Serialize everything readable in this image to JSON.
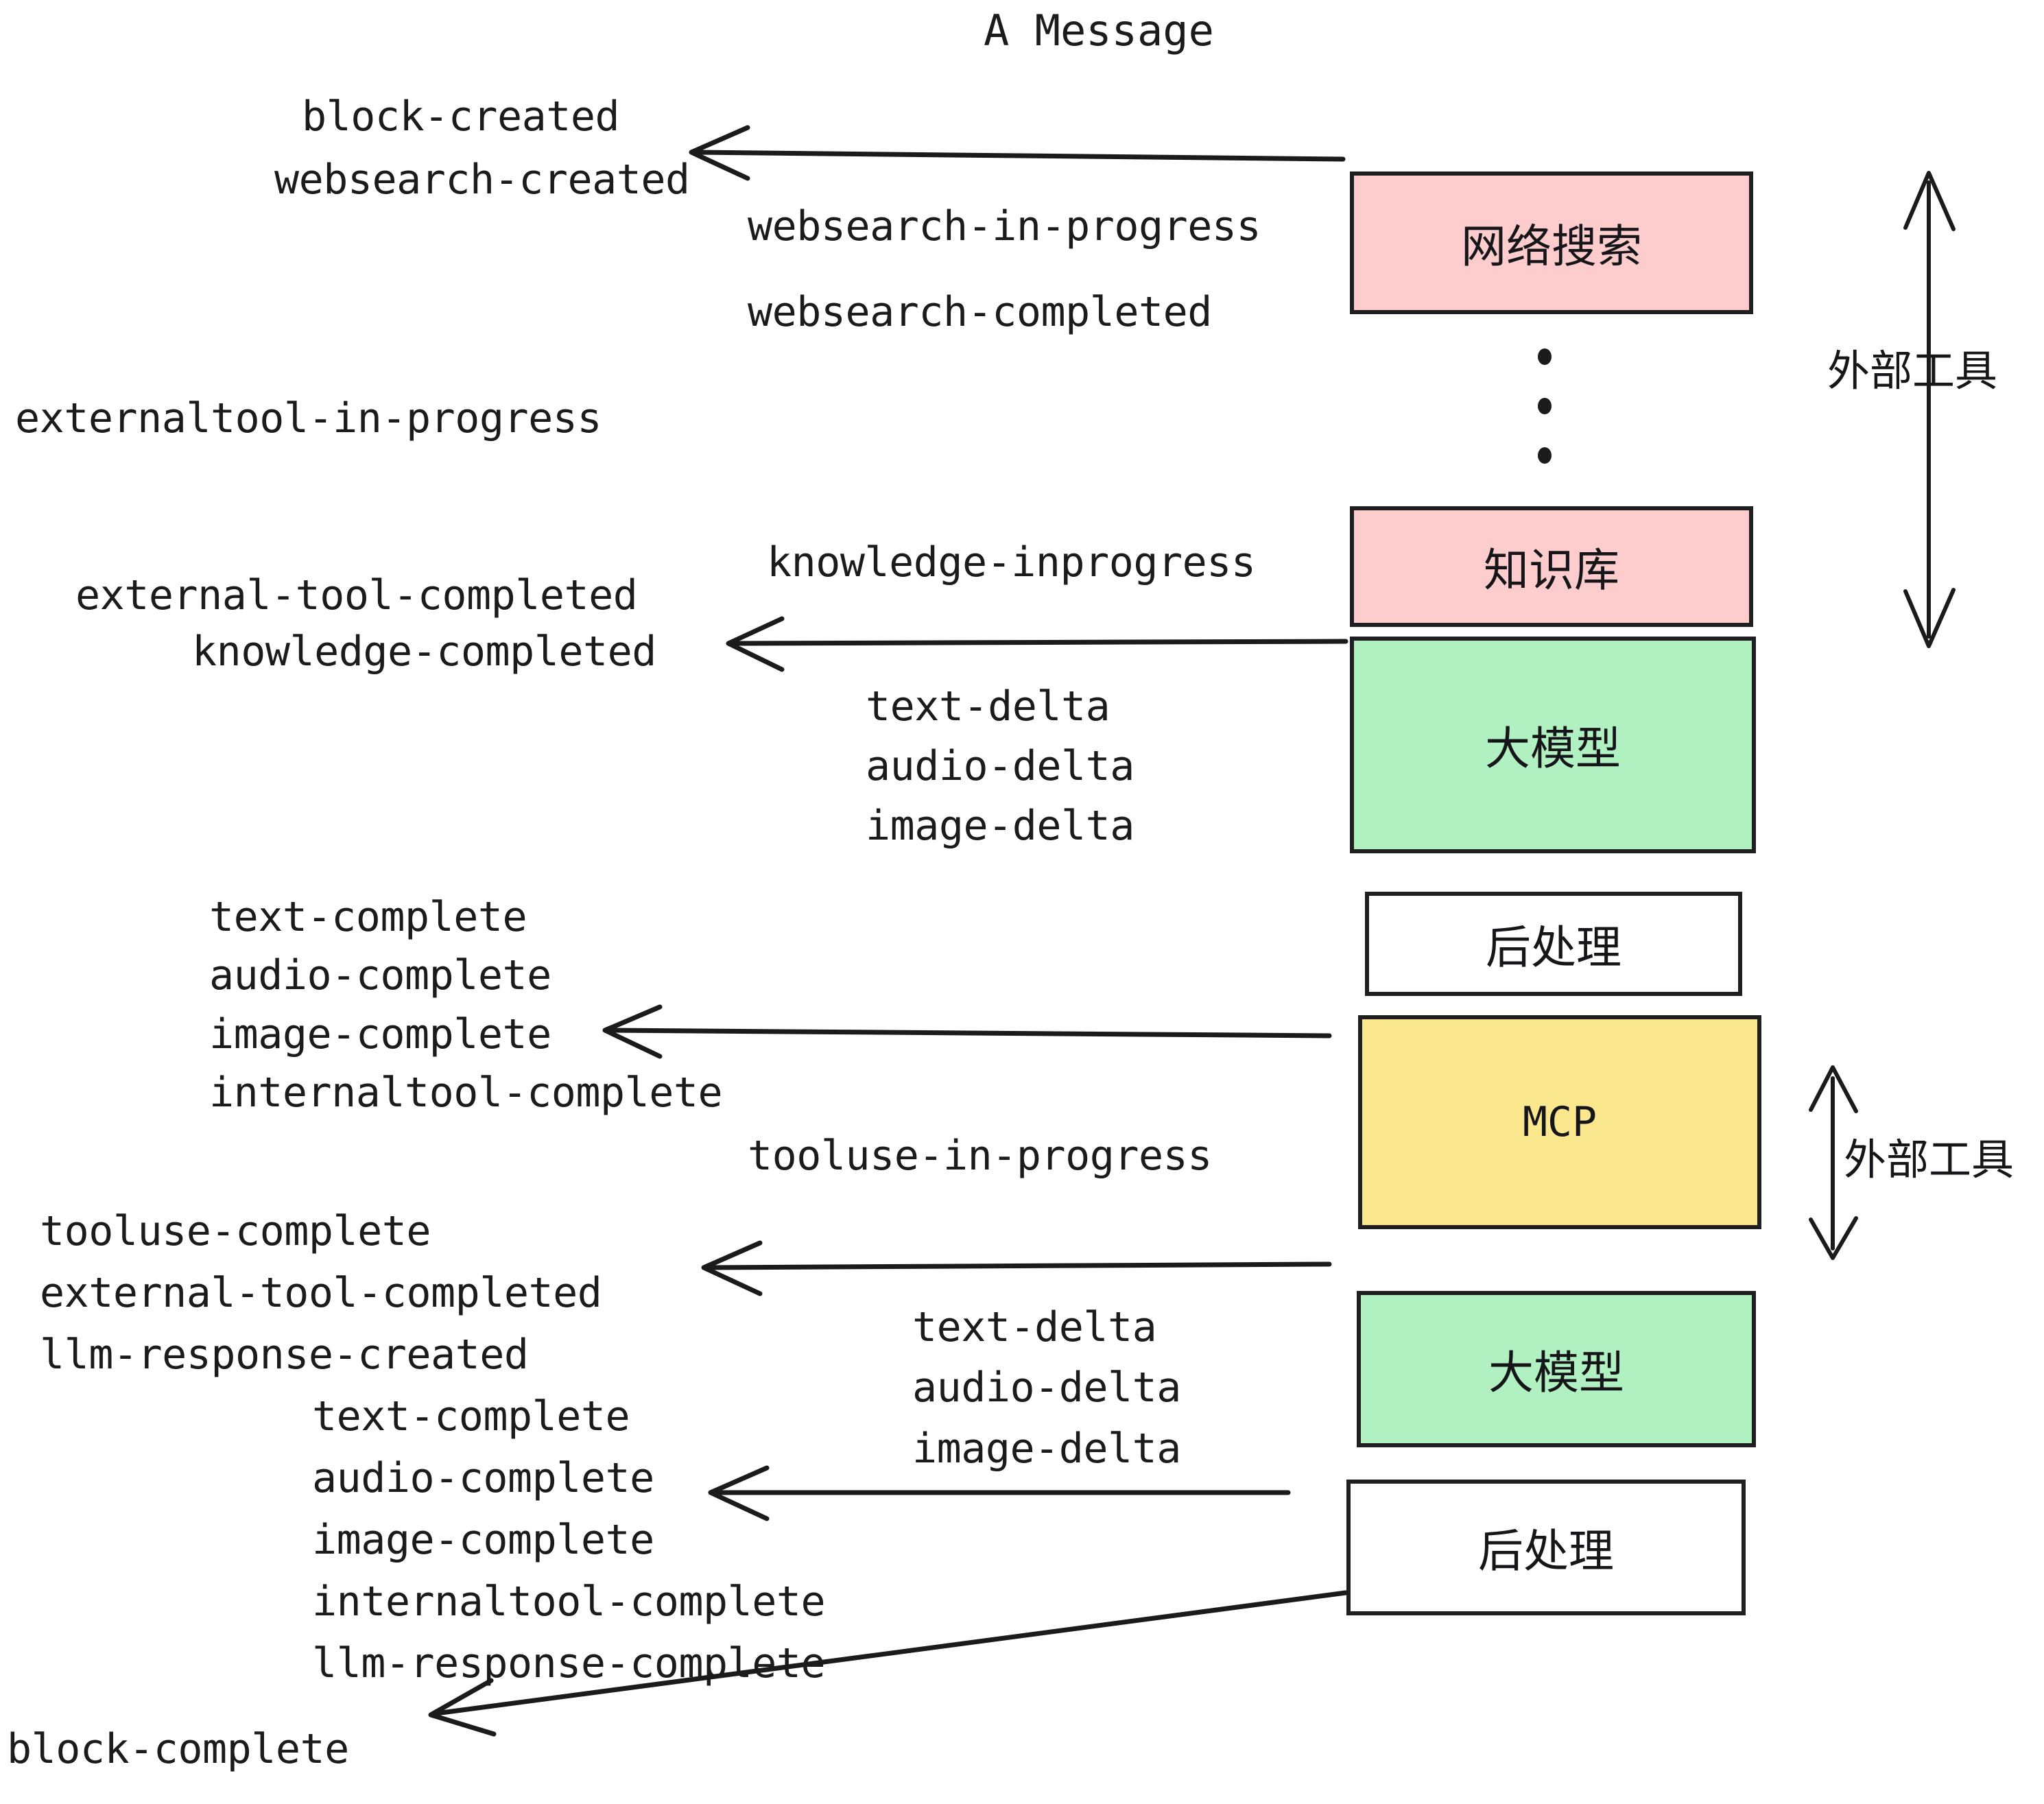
{
  "diagram": {
    "title": "A Message",
    "background": "#ffffff",
    "colors": {
      "pink": "#fdcccc",
      "green": "#b1f0c1",
      "yellow": "#fbe78d",
      "white": "#ffffff",
      "stroke": "#1f1f22",
      "text": "#1b1b1b"
    }
  },
  "nodes": [
    {
      "id": "websearch",
      "label": "网络搜索",
      "fill": "pink"
    },
    {
      "id": "knowledge",
      "label": "知识库",
      "fill": "pink"
    },
    {
      "id": "llm-top",
      "label": "大模型",
      "fill": "green"
    },
    {
      "id": "postprocess-top",
      "label": "后处理",
      "fill": "white"
    },
    {
      "id": "mcp",
      "label": "MCP",
      "fill": "yellow"
    },
    {
      "id": "llm-bottom",
      "label": "大模型",
      "fill": "green"
    },
    {
      "id": "postprocess-bottom",
      "label": "后处理",
      "fill": "white"
    }
  ],
  "group_labels": [
    {
      "id": "external-tools-top",
      "label": "外部工具"
    },
    {
      "id": "external-tools-bottom",
      "label": "外部工具"
    }
  ],
  "events": [
    {
      "id": "block-created",
      "text": "block-created"
    },
    {
      "id": "websearch-created",
      "text": "websearch-created"
    },
    {
      "id": "websearch-in-progress",
      "text": "websearch-in-progress"
    },
    {
      "id": "websearch-completed",
      "text": "websearch-completed"
    },
    {
      "id": "externaltool-in-progress",
      "text": "externaltool-in-progress"
    },
    {
      "id": "knowledge-inprogress",
      "text": "knowledge-inprogress"
    },
    {
      "id": "external-tool-completed-1",
      "text": "external-tool-completed"
    },
    {
      "id": "knowledge-completed",
      "text": "knowledge-completed"
    },
    {
      "id": "text-delta-1",
      "text": "text-delta"
    },
    {
      "id": "audio-delta-1",
      "text": "audio-delta"
    },
    {
      "id": "image-delta-1",
      "text": "image-delta"
    },
    {
      "id": "text-complete-1",
      "text": "text-complete"
    },
    {
      "id": "audio-complete-1",
      "text": "audio-complete"
    },
    {
      "id": "image-complete-1",
      "text": "image-complete"
    },
    {
      "id": "internaltool-complete-1",
      "text": "internaltool-complete"
    },
    {
      "id": "tooluse-in-progress",
      "text": "tooluse-in-progress"
    },
    {
      "id": "tooluse-complete",
      "text": "tooluse-complete"
    },
    {
      "id": "external-tool-completed-2",
      "text": "external-tool-completed"
    },
    {
      "id": "llm-response-created",
      "text": "llm-response-created"
    },
    {
      "id": "text-delta-2",
      "text": "text-delta"
    },
    {
      "id": "audio-delta-2",
      "text": "audio-delta"
    },
    {
      "id": "image-delta-2",
      "text": "image-delta"
    },
    {
      "id": "text-complete-2",
      "text": "text-complete"
    },
    {
      "id": "audio-complete-2",
      "text": "audio-complete"
    },
    {
      "id": "image-complete-2",
      "text": "image-complete"
    },
    {
      "id": "internaltool-complete-2",
      "text": "internaltool-complete"
    },
    {
      "id": "llm-response-complete",
      "text": "llm-response-complete"
    },
    {
      "id": "block-complete",
      "text": "block-complete"
    }
  ]
}
